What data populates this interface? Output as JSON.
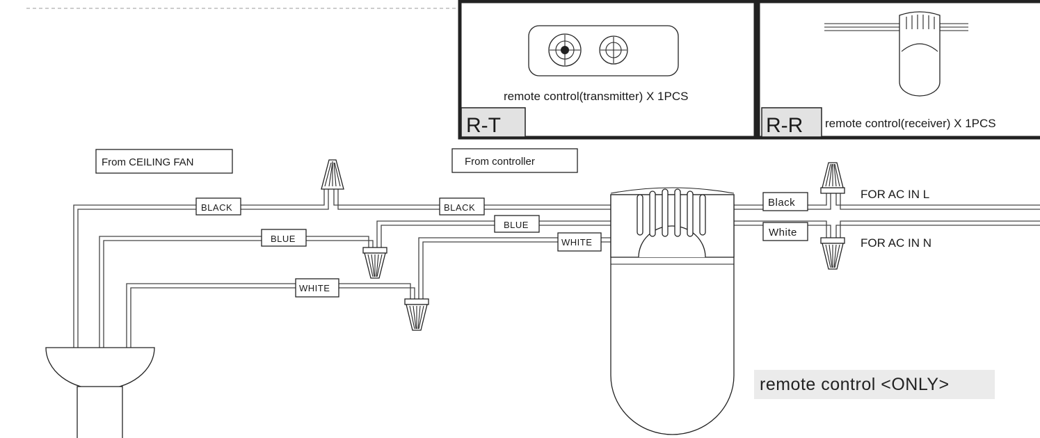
{
  "panels": {
    "transmitter": {
      "caption": "remote control(transmitter)  X 1PCS",
      "tag": "R-T"
    },
    "receiver": {
      "caption": "remote control(receiver)  X  1PCS",
      "tag": "R-R"
    }
  },
  "sources": {
    "ceiling_fan": "From CEILING FAN",
    "controller": "From controller"
  },
  "wire_labels": {
    "fan_black": "BLACK",
    "fan_blue": "BLUE",
    "fan_white": "WHITE",
    "ctrl_black": "BLACK",
    "ctrl_blue": "BLUE",
    "ctrl_white": "WHITE",
    "ac_black": "Black",
    "ac_white": "White"
  },
  "ac_inputs": {
    "line": "FOR AC IN L",
    "neutral": "FOR AC IN N"
  },
  "note": "remote control <ONLY>"
}
